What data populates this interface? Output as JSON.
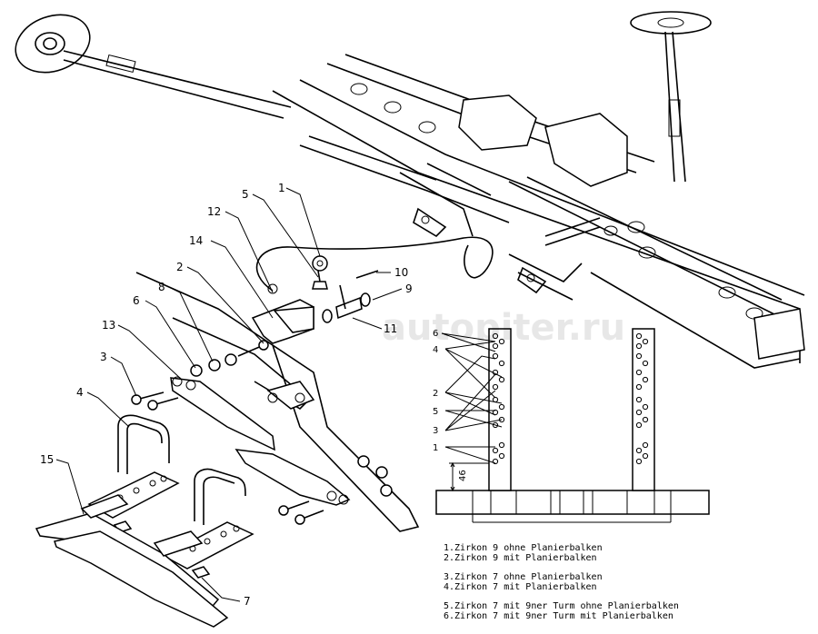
{
  "callouts": {
    "c1": "1",
    "c2": "2",
    "c3": "3",
    "c4": "4",
    "c5": "5",
    "c6": "6",
    "c7": "7",
    "c8": "8",
    "c9": "9",
    "c10": "10",
    "c11": "11",
    "c12": "12",
    "c13": "13",
    "c14": "14",
    "c15": "15"
  },
  "side_labels": {
    "l6": "6",
    "l4": "4",
    "l2": "2",
    "l5": "5",
    "l3": "3",
    "l1": "1"
  },
  "dimension": "46",
  "legend": [
    "1.Zirkon 9 ohne Planierbalken",
    "2.Zirkon 9 mit Planierbalken",
    "3.Zirkon 7 ohne Planierbalken",
    "4.Zirkon 7 mit Planierbalken",
    "5.Zirkon 7 mit 9ner Turm ohne Planierbalken",
    "6.Zirkon 7 mit 9ner Turm mit Planierbalken"
  ],
  "watermark": "autopiter.ru"
}
